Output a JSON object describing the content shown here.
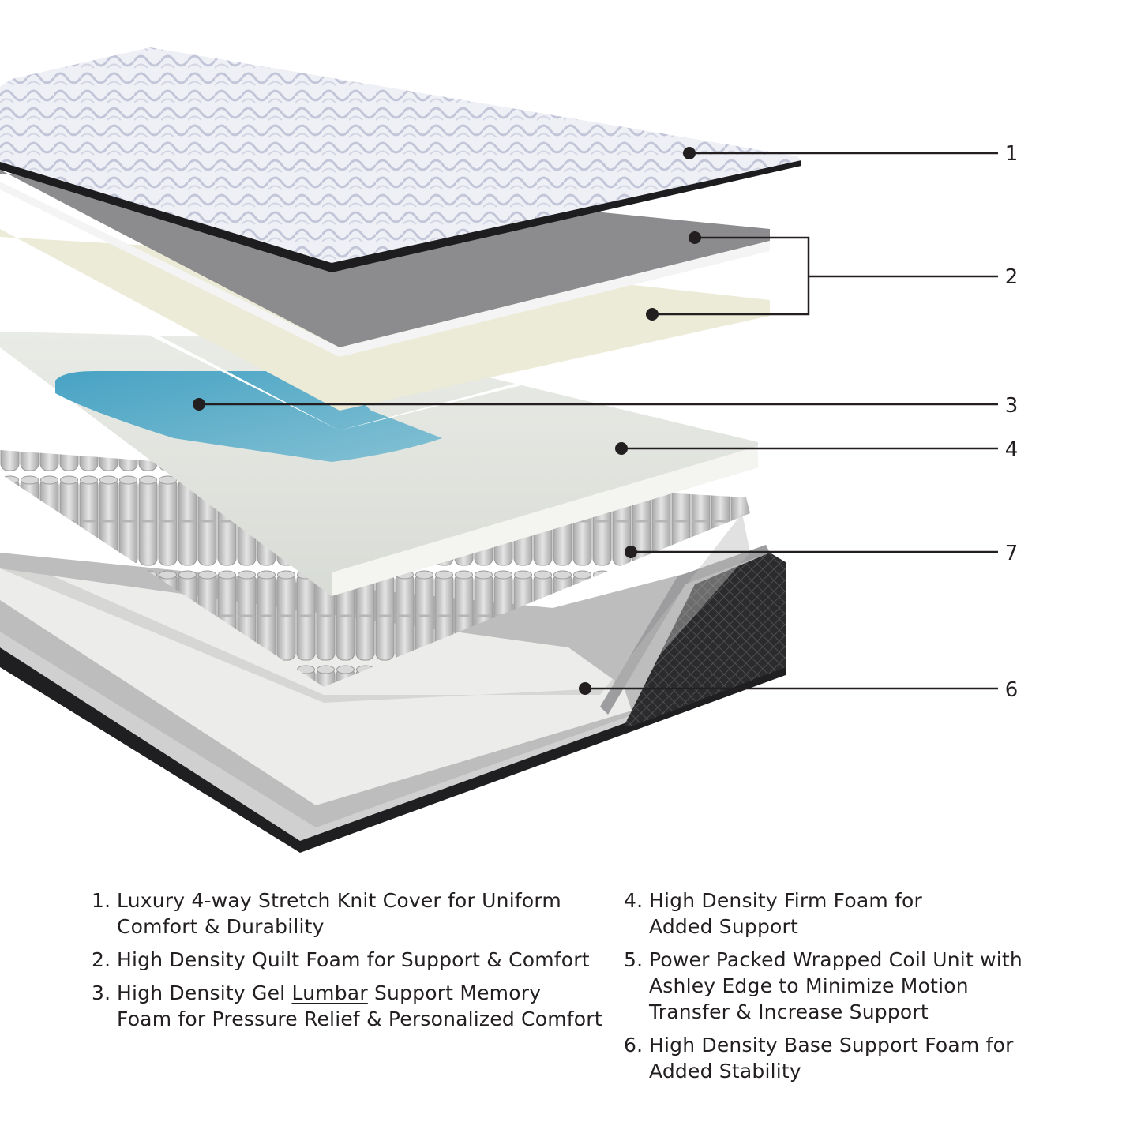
{
  "callouts": [
    {
      "label": "1"
    },
    {
      "label": "2"
    },
    {
      "label": "3"
    },
    {
      "label": "4"
    },
    {
      "label": "7"
    },
    {
      "label": "6"
    }
  ],
  "legend": {
    "left": [
      {
        "num": "1.",
        "lines": [
          "Luxury 4-way Stretch Knit Cover for Uniform",
          "Comfort & Durability"
        ]
      },
      {
        "num": "2.",
        "lines": [
          "High Density Quilt Foam for Support & Comfort"
        ]
      },
      {
        "num": "3.",
        "pre": "High Density Gel ",
        "underlined": "Lumbar",
        "post": " Support Memory",
        "line2": "Foam for Pressure Relief & Personalized Comfort"
      }
    ],
    "right": [
      {
        "num": "4.",
        "lines": [
          "High Density Firm Foam for",
          "Added Support"
        ]
      },
      {
        "num": "5.",
        "lines": [
          "Power Packed Wrapped Coil Unit with",
          "Ashley Edge to Minimize Motion",
          "Transfer & Increase Support"
        ]
      },
      {
        "num": "6.",
        "lines": [
          "High Density Base Support Foam for",
          "Added Stability"
        ]
      }
    ]
  },
  "colors": {
    "cover": "#eceef5",
    "quilt_gray": "#8a8a8c",
    "memory_foam": "#ecebd9",
    "gel": "#4fa6c4",
    "firm_foam": "#e2e5df",
    "coil": "#c9c9c9",
    "base_foam": "#e8e8e3",
    "edge_dark": "#2a2a2c"
  }
}
